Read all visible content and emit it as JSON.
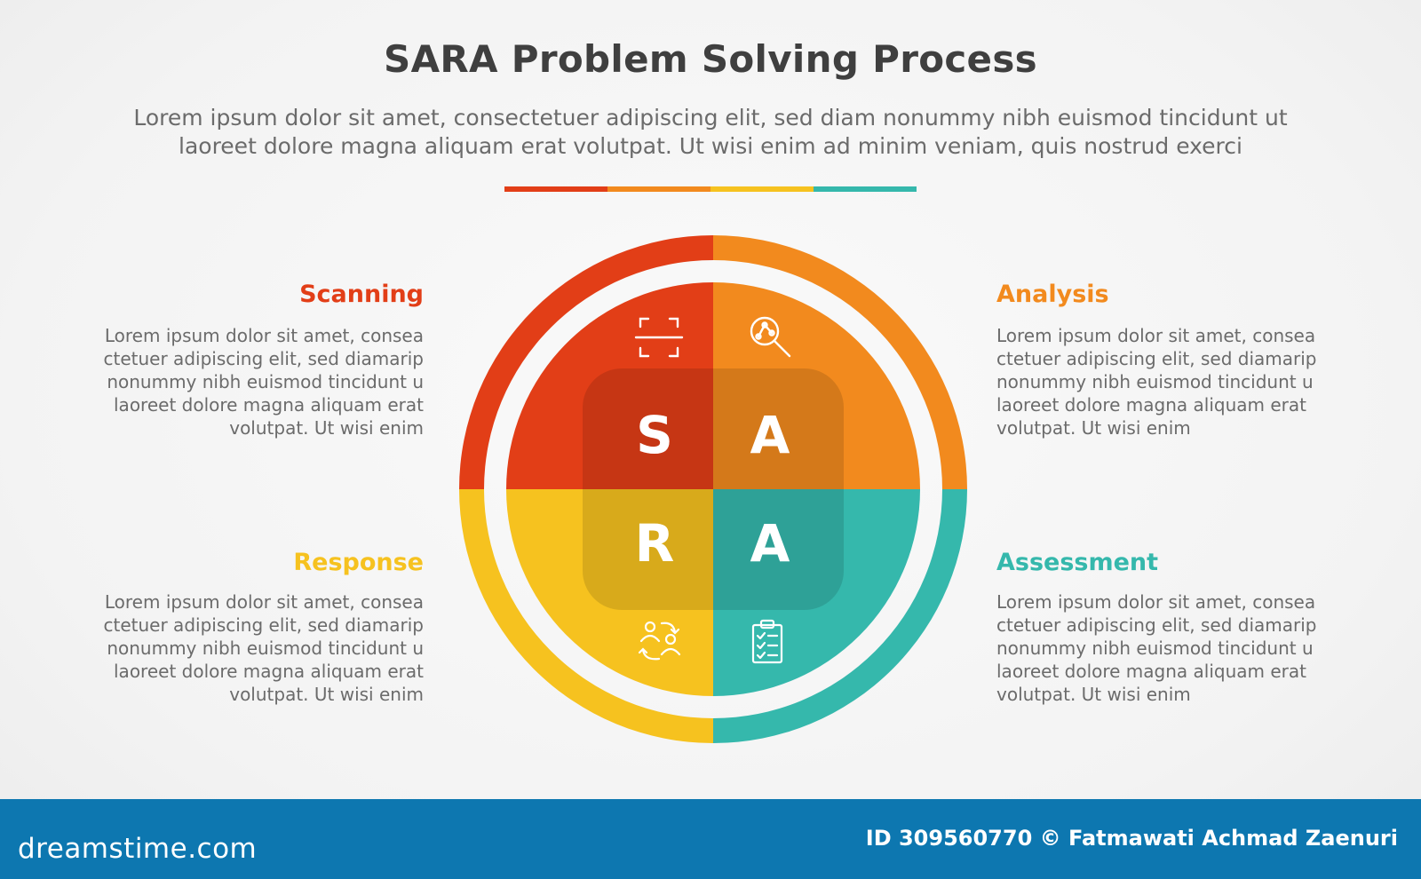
{
  "title": "SARA Problem Solving Process",
  "subtitle": {
    "line1": "Lorem ipsum dolor sit amet, consectetuer adipiscing elit, sed diam nonummy nibh euismod tincidunt ut",
    "line2": "laoreet dolore magna aliquam erat volutpat. Ut wisi enim ad minim veniam, quis nostrud exerci"
  },
  "colors": {
    "scanning": "#e23e17",
    "analysis": "#f28a1e",
    "response": "#f6c21f",
    "assessment": "#35b8ac"
  },
  "steps": [
    {
      "key": "scanning",
      "label": "Scanning",
      "letter": "S",
      "icon": "scan-frame-icon",
      "color": "#e23e17",
      "lines": [
        "Lorem ipsum dolor sit amet, consea",
        "ctetuer adipiscing elit, sed diamarip",
        "nonummy nibh euismod tincidunt u",
        "laoreet dolore magna aliquam erat",
        "volutpat. Ut wisi enim"
      ]
    },
    {
      "key": "analysis",
      "label": "Analysis",
      "letter": "A",
      "icon": "magnifier-analysis-icon",
      "color": "#f28a1e",
      "lines": [
        "Lorem ipsum dolor sit amet, consea",
        "ctetuer adipiscing elit, sed diamarip",
        "nonummy nibh euismod tincidunt u",
        "laoreet dolore magna aliquam erat",
        "volutpat. Ut wisi enim"
      ]
    },
    {
      "key": "response",
      "label": "Response",
      "letter": "R",
      "icon": "people-exchange-icon",
      "color": "#f6c21f",
      "lines": [
        "Lorem ipsum dolor sit amet, consea",
        "ctetuer adipiscing elit, sed diamarip",
        "nonummy nibh euismod tincidunt u",
        "laoreet dolore magna aliquam erat",
        "volutpat. Ut wisi enim"
      ]
    },
    {
      "key": "assessment",
      "label": "Assessment",
      "letter": "A",
      "icon": "clipboard-checklist-icon",
      "color": "#35b8ac",
      "lines": [
        "Lorem ipsum dolor sit amet, consea",
        "ctetuer adipiscing elit, sed diamarip",
        "nonummy nibh euismod tincidunt u",
        "laoreet dolore magna aliquam erat",
        "volutpat. Ut wisi enim"
      ]
    }
  ],
  "footer": {
    "logo": "dreamstime.com",
    "credit": "ID 309560770 © Fatmawati  Achmad Zaenuri"
  }
}
